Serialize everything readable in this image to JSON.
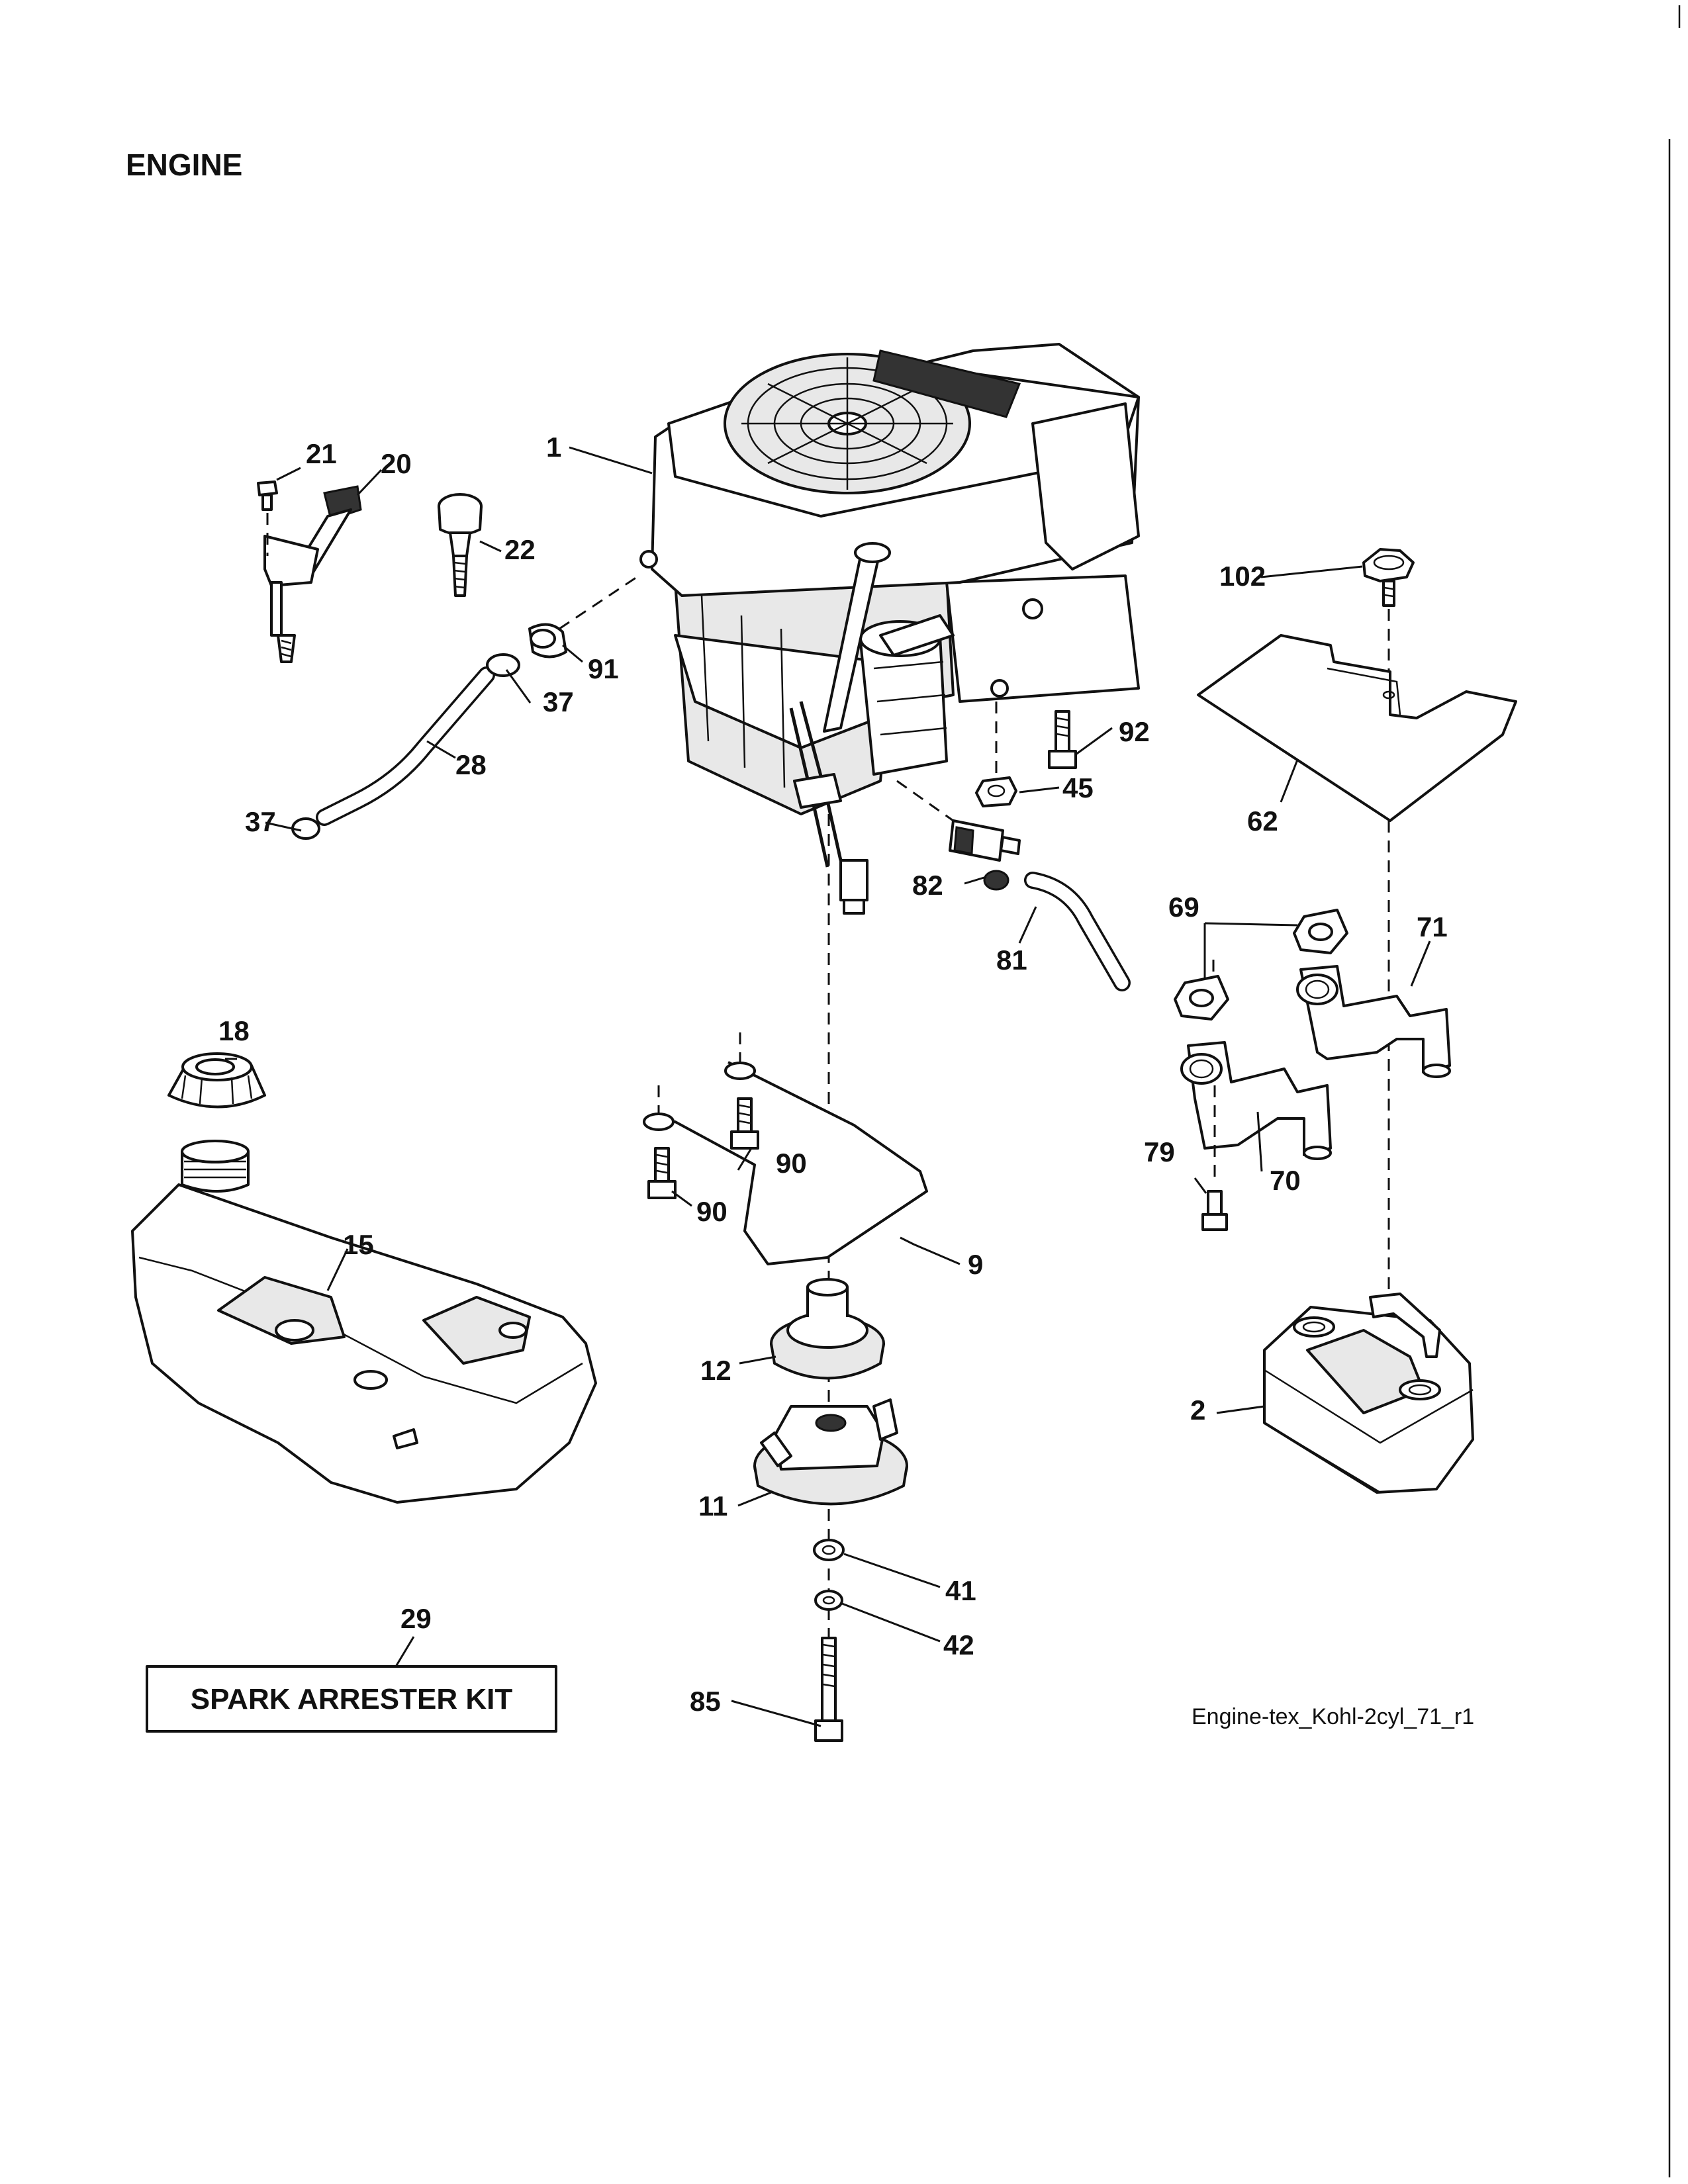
{
  "page": {
    "title": "ENGINE"
  },
  "callouts": {
    "c1": "1",
    "c2": "2",
    "c9": "9",
    "c11": "11",
    "c12": "12",
    "c15": "15",
    "c18": "18",
    "c20": "20",
    "c21": "21",
    "c22": "22",
    "c28": "28",
    "c29": "29",
    "c37a": "37",
    "c37b": "37",
    "c41": "41",
    "c42": "42",
    "c45": "45",
    "c62": "62",
    "c69": "69",
    "c70": "70",
    "c71": "71",
    "c79": "79",
    "c81": "81",
    "c82": "82",
    "c85": "85",
    "c90a": "90",
    "c90b": "90",
    "c91": "91",
    "c92": "92",
    "c102": "102"
  },
  "kit": {
    "label": "SPARK ARRESTER KIT"
  },
  "reference": "Engine-tex_Kohl-2cyl_71_r1",
  "colors": {
    "ink": "#111111",
    "paper": "#ffffff",
    "shade": "#e8e8e8"
  }
}
